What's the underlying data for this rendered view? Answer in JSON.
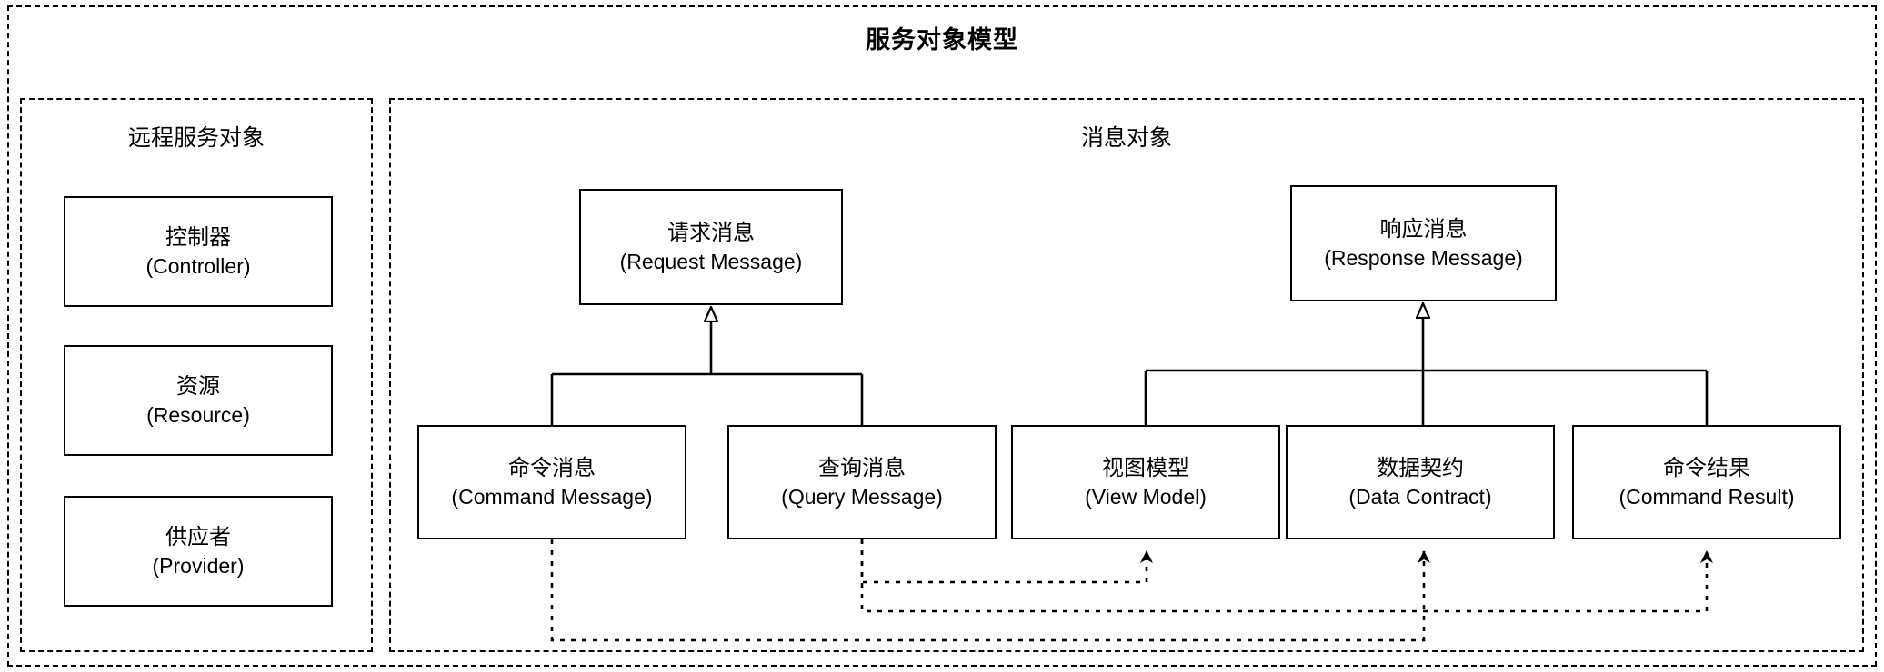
{
  "diagram": {
    "title": "服务对象模型",
    "panels": [
      {
        "id": "remote-service-objects",
        "title": "远程服务对象",
        "nodes": [
          {
            "id": "controller",
            "cn": "控制器",
            "en": "(Controller)"
          },
          {
            "id": "resource",
            "cn": "资源",
            "en": "(Resource)"
          },
          {
            "id": "provider",
            "cn": "供应者",
            "en": "(Provider)"
          }
        ]
      },
      {
        "id": "message-objects",
        "title": "消息对象",
        "nodes": [
          {
            "id": "request-message",
            "cn": "请求消息",
            "en": "(Request Message)"
          },
          {
            "id": "response-message",
            "cn": "响应消息",
            "en": "(Response Message)"
          },
          {
            "id": "command-message",
            "cn": "命令消息",
            "en": "(Command Message)"
          },
          {
            "id": "query-message",
            "cn": "查询消息",
            "en": "(Query Message)"
          },
          {
            "id": "view-model",
            "cn": "视图模型",
            "en": "(View Model)"
          },
          {
            "id": "data-contract",
            "cn": "数据契约",
            "en": "(Data Contract)"
          },
          {
            "id": "command-result",
            "cn": "命令结果",
            "en": "(Command Result)"
          }
        ]
      }
    ],
    "relations": [
      {
        "type": "generalization",
        "from": "command-message",
        "to": "request-message"
      },
      {
        "type": "generalization",
        "from": "query-message",
        "to": "request-message"
      },
      {
        "type": "generalization",
        "from": "view-model",
        "to": "response-message"
      },
      {
        "type": "generalization",
        "from": "data-contract",
        "to": "response-message"
      },
      {
        "type": "generalization",
        "from": "command-result",
        "to": "response-message"
      },
      {
        "type": "dependency",
        "from": "command-message",
        "to": "command-result"
      },
      {
        "type": "dependency",
        "from": "query-message",
        "to": "view-model"
      },
      {
        "type": "dependency",
        "from": "query-message",
        "to": "data-contract"
      }
    ],
    "style": {
      "stroke": "#000000",
      "background": "#ffffff",
      "frame_border": "dashed",
      "node_border": "solid"
    }
  }
}
